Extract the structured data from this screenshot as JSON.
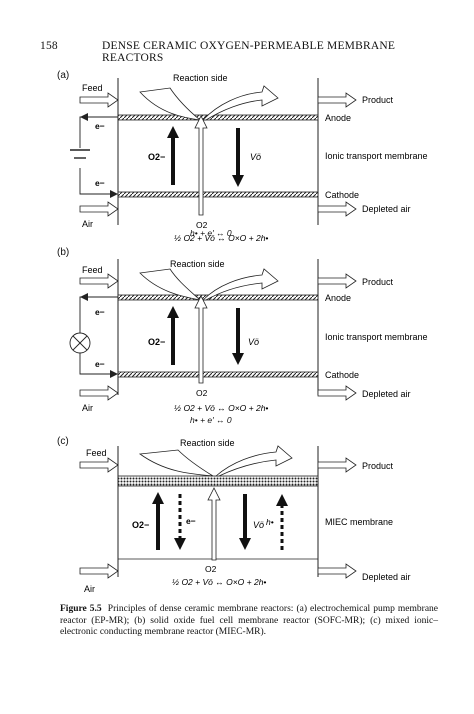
{
  "header": {
    "page_number": "158",
    "running_title": "DENSE CERAMIC OXYGEN-PERMEABLE MEMBRANE REACTORS"
  },
  "panels": [
    {
      "tag": "(a)",
      "feed": "Feed",
      "air": "Air",
      "reaction": "Reaction side",
      "product": "Product",
      "depleted": "Depleted air",
      "top_label": "Anode",
      "mid_label": "Ionic transport membrane",
      "bottom_label": "Cathode",
      "o2_label": "O2",
      "ion_label": "O2−",
      "vac_label": "Vö",
      "e_top": "e−",
      "e_bottom": "e−",
      "eq1": "½ O2 + Vö ↔ O×O + 2h•",
      "eq2": "h• + e′ ↔ 0"
    },
    {
      "tag": "(b)",
      "feed": "Feed",
      "air": "Air",
      "reaction": "Reaction side",
      "product": "Product",
      "depleted": "Depleted air",
      "top_label": "Anode",
      "mid_label": "Ionic transport membrane",
      "bottom_label": "Cathode",
      "o2_label": "O2",
      "ion_label": "O2−",
      "vac_label": "Vö",
      "e_top": "e−",
      "e_bottom": "e−",
      "eq1": "½ O2 + Vö ↔ O×O + 2h•",
      "eq2": "h• + e′ ↔ 0"
    },
    {
      "tag": "(c)",
      "feed": "Feed",
      "air": "Air",
      "reaction": "Reaction side",
      "product": "Product",
      "depleted": "Depleted air",
      "mid_label": "MIEC membrane",
      "o2_label": "O2",
      "ion_label": "O2−",
      "e_label": "e−",
      "vac_label": "Vö",
      "h_label": "h•",
      "eq1": "½ O2 + Vö ↔ O×O + 2h•"
    }
  ],
  "caption": {
    "label": "Figure 5.5",
    "text": "Principles of dense ceramic membrane reactors: (a) electrochemical pump membrane reactor (EP-MR); (b) solid oxide fuel cell membrane reactor (SOFC-MR); (c) mixed ionic–electronic conducting membrane reactor (MIEC-MR)."
  }
}
